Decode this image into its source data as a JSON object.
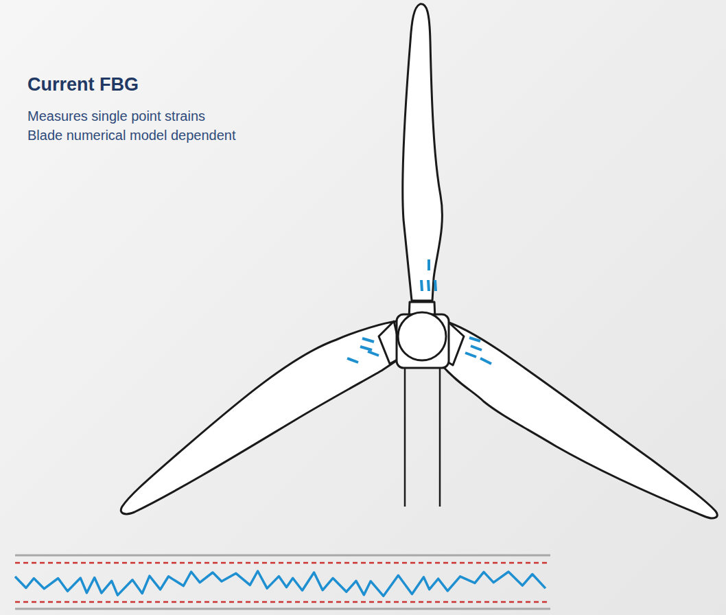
{
  "diagram": {
    "title": "Current FBG",
    "labels": [
      "Measures single point strains",
      "Blade numerical model dependent"
    ]
  }
}
